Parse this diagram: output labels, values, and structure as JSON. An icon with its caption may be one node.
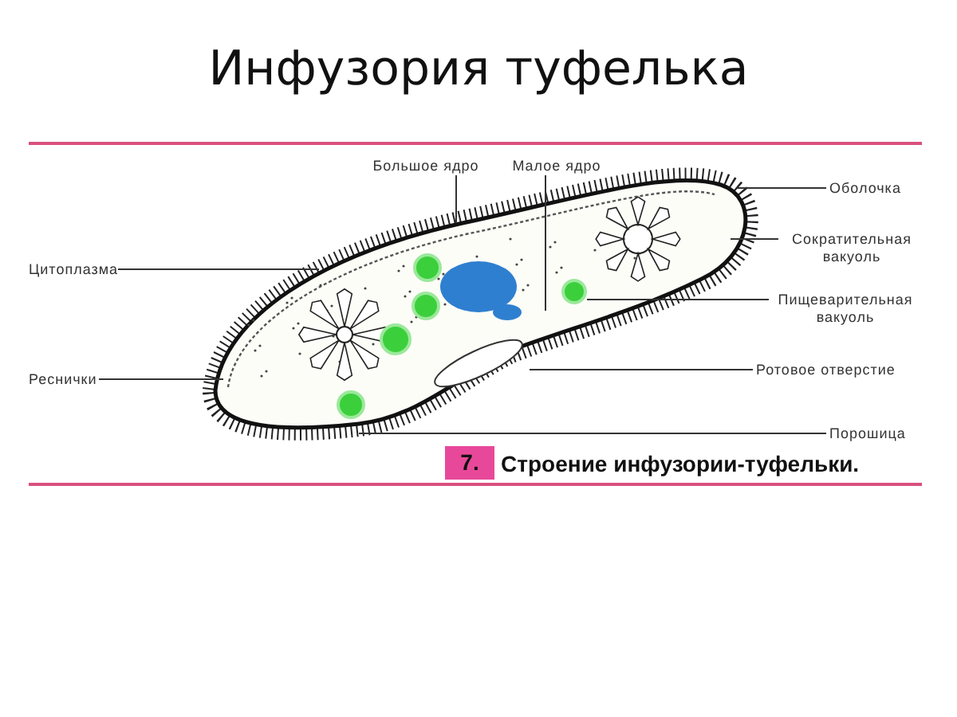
{
  "diagram": {
    "title": "Инфузория туфелька",
    "caption": "Строение инфузории-туфельки.",
    "nodes": [
      {
        "text": [
          "Большое ядро"
        ]
      },
      {
        "text": [
          "Малое ядро"
        ]
      },
      {
        "text": [
          "Цитоплазма"
        ]
      },
      {
        "text": [
          "Реснички"
        ]
      },
      {
        "text": [
          "Оболочка"
        ]
      },
      {
        "text": [
          "Сократительная вакуоль"
        ]
      },
      {
        "text": [
          "Пищеварительная вакуоль"
        ]
      },
      {
        "text": [
          "Ротовое отверстие"
        ]
      },
      {
        "text": [
          "Порошица"
        ]
      }
    ],
    "edges": [
      {
        "from": 0,
        "to": null,
        "arrow": "none"
      },
      {
        "from": 1,
        "to": null,
        "arrow": "none"
      },
      {
        "from": 2,
        "to": null,
        "arrow": "none"
      },
      {
        "from": 3,
        "to": null,
        "arrow": "none"
      },
      {
        "from": 4,
        "to": null,
        "arrow": "none"
      },
      {
        "from": 5,
        "to": null,
        "arrow": "none"
      },
      {
        "from": 6,
        "to": null,
        "arrow": "none"
      },
      {
        "from": 7,
        "to": null,
        "arrow": "none"
      },
      {
        "from": 8,
        "to": null,
        "arrow": "none"
      }
    ],
    "labels": [
      "7."
    ]
  }
}
